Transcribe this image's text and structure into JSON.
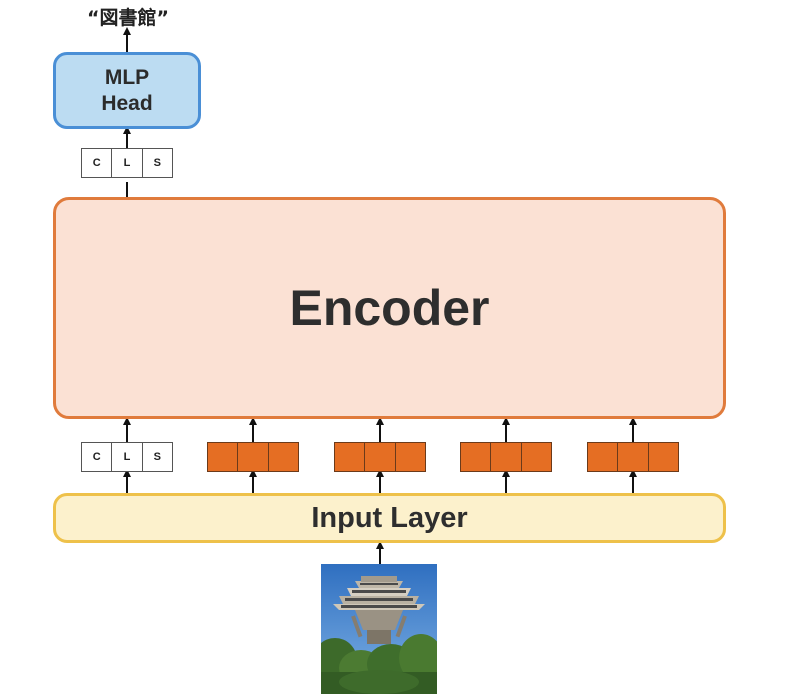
{
  "output_label": "“図書館”",
  "mlp_head": {
    "line1": "MLP",
    "line2": "Head"
  },
  "encoder": {
    "label": "Encoder"
  },
  "input_layer": {
    "label": "Input Layer"
  },
  "cls_token": {
    "cells": [
      "C",
      "L",
      "S"
    ]
  },
  "colors": {
    "mlp_fill": "#bcdcf2",
    "mlp_border": "#4a8fd6",
    "encoder_fill": "#fbe1d4",
    "encoder_border": "#e07b3c",
    "input_fill": "#fcf1cc",
    "input_border": "#eec14a",
    "patch_token": "#e56e23"
  },
  "patch_token_count": 4
}
